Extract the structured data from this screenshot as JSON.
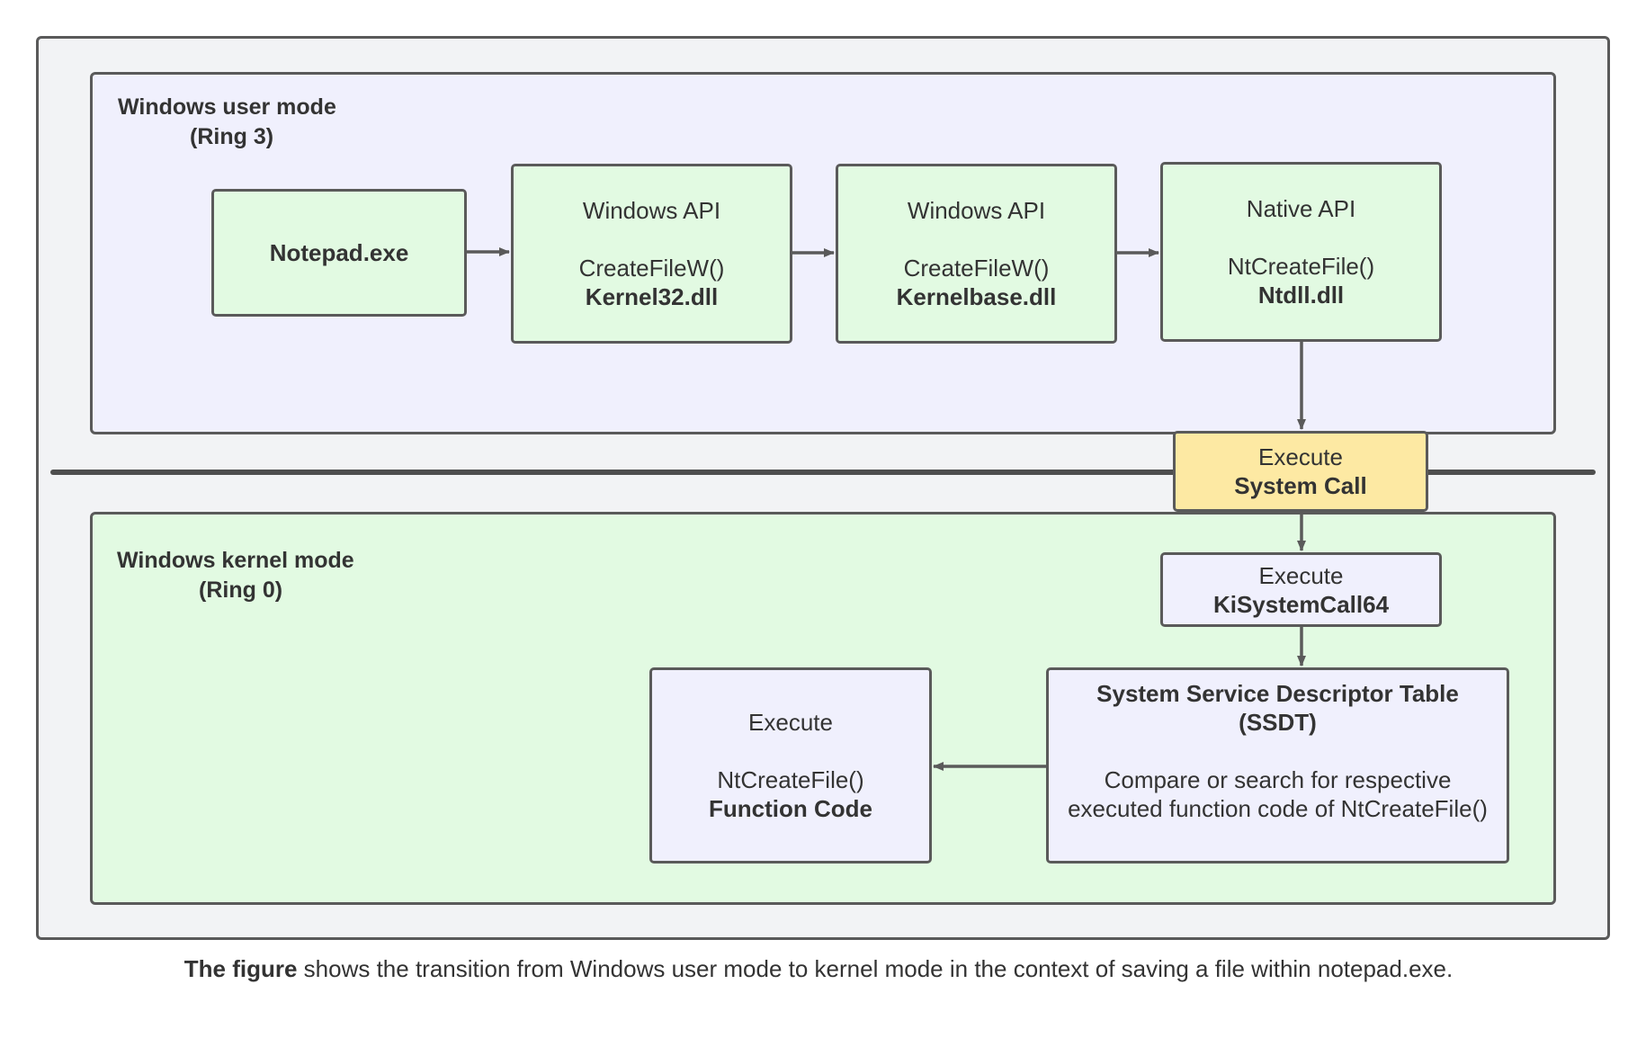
{
  "regions": {
    "user": {
      "title_line1": "Windows user mode",
      "title_line2": "(Ring 3)"
    },
    "kernel": {
      "title_line1": "Windows kernel mode",
      "title_line2": "(Ring 0)"
    }
  },
  "nodes": {
    "notepad": {
      "label": "Notepad.exe"
    },
    "kernel32": {
      "line1": "Windows API",
      "line2": "CreateFileW()",
      "line3": "Kernel32.dll"
    },
    "kernelbase": {
      "line1": "Windows API",
      "line2": "CreateFileW()",
      "line3": "Kernelbase.dll"
    },
    "ntdll": {
      "line1": "Native API",
      "line2": "NtCreateFile()",
      "line3": "Ntdll.dll"
    },
    "syscall": {
      "line1": "Execute",
      "line2": "System Call"
    },
    "kisyscall": {
      "line1": "Execute",
      "line2": "KiSystemCall64"
    },
    "ssdt": {
      "title1": "System Service Descriptor Table",
      "title2": "(SSDT)",
      "desc1": "Compare or search for respective",
      "desc2": "executed function code of NtCreateFile()"
    },
    "function": {
      "line1": "Execute",
      "line2": "NtCreateFile()",
      "line3": "Function Code"
    }
  },
  "caption": {
    "bold": "The figure",
    "text": " shows the transition from Windows user mode to kernel mode in the context of saving a file within notepad.exe."
  },
  "colors": {
    "user_mode_bg": "#f0f0fd",
    "kernel_mode_bg": "#e2fae2",
    "system_call_bg": "#fde9a3",
    "outer_bg": "#f2f3f5",
    "stroke": "#5a5a5a"
  }
}
